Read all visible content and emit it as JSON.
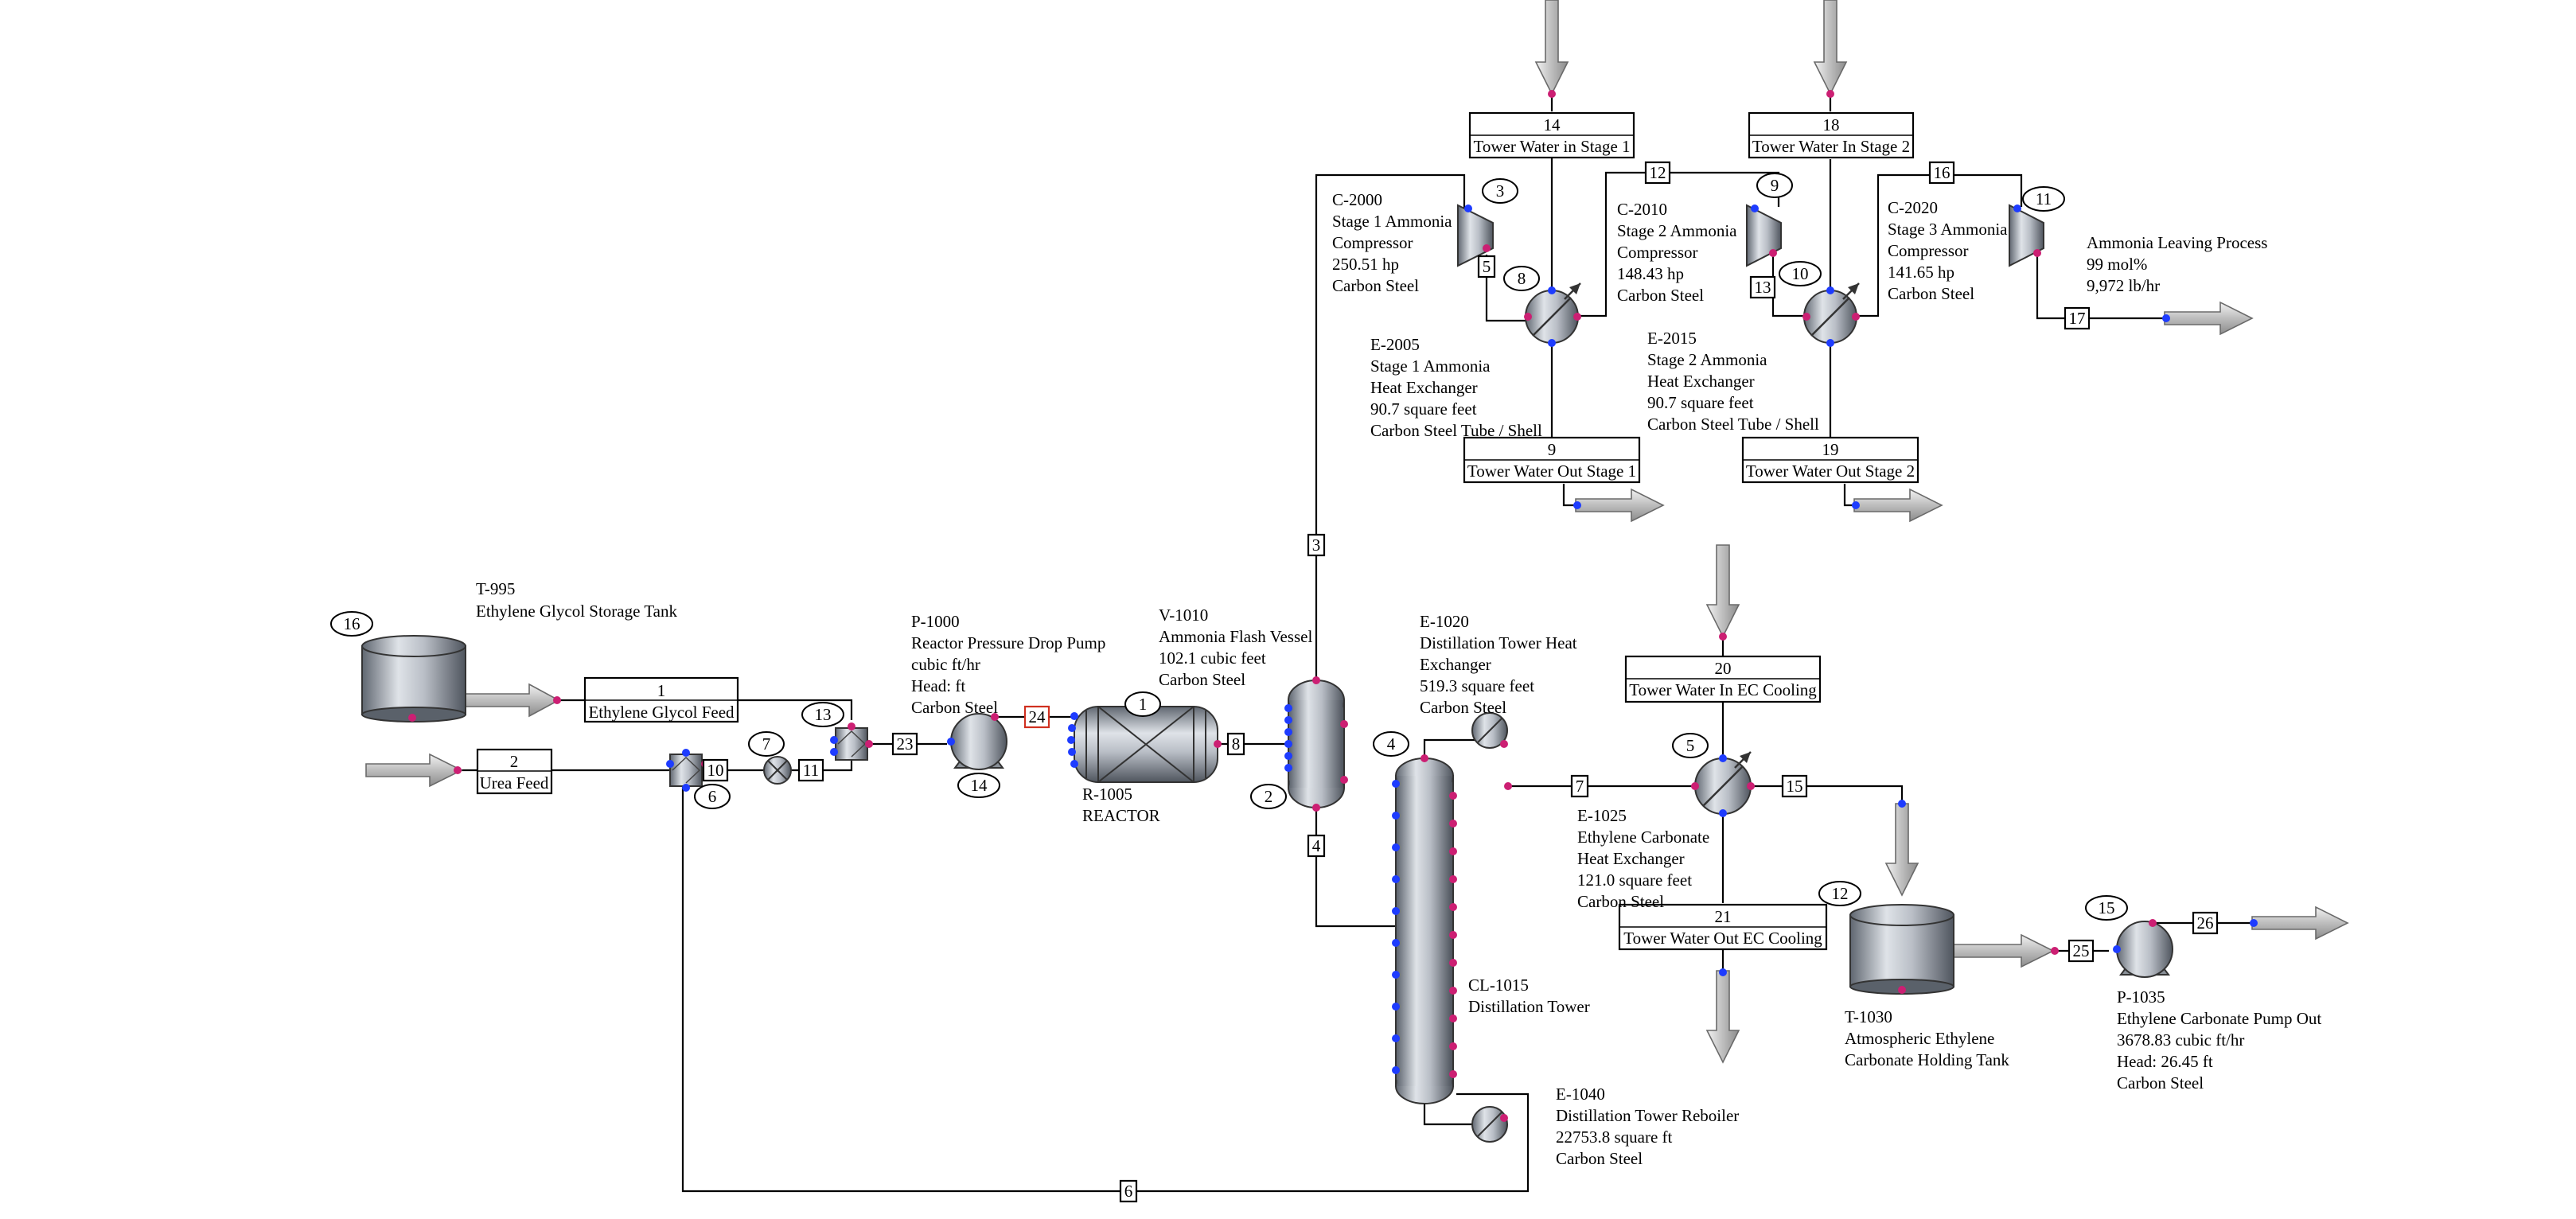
{
  "streams": {
    "s1": {
      "id": "1",
      "name": "Ethylene Glycol Feed"
    },
    "s2": {
      "id": "2",
      "name": "Urea Feed"
    },
    "s3": "3",
    "s4": "4",
    "s5": "5",
    "s5b": "5",
    "s6": "6",
    "s7": "7",
    "s8": "8",
    "s9": {
      "id": "9",
      "name": "Tower Water Out Stage 1"
    },
    "s10": "10",
    "s11": "11",
    "s12": "12",
    "s13": "13",
    "s14": {
      "id": "14",
      "name": "Tower Water in Stage 1"
    },
    "s15": "15",
    "s16": "16",
    "s17": "17",
    "s18": {
      "id": "18",
      "name": "Tower Water In Stage 2"
    },
    "s19": {
      "id": "19",
      "name": "Tower Water Out Stage 2"
    },
    "s20": {
      "id": "20",
      "name": "Tower Water In EC Cooling"
    },
    "s21": {
      "id": "21",
      "name": "Tower Water Out EC Cooling"
    },
    "s23": "23",
    "s24": "24",
    "s25": "25",
    "s26": "26"
  },
  "unit_numbers": {
    "u1": "1",
    "u2": "2",
    "u3": "3",
    "u4": "4",
    "u5": "5",
    "u6": "6",
    "u7": "7",
    "u8": "8",
    "u9": "9",
    "u10": "10",
    "u11": "11",
    "u12": "12",
    "u13": "13",
    "u14": "14",
    "u15": "15",
    "u16": "16"
  },
  "equipment": {
    "t995": [
      "T-995",
      "Ethylene Glycol Storage Tank"
    ],
    "p1000": [
      "P-1000",
      "Reactor Pressure Drop Pump",
      " cubic ft/hr",
      "Head:  ft",
      "Carbon Steel"
    ],
    "r1005": [
      "R-1005",
      "REACTOR"
    ],
    "v1010": [
      "V-1010",
      "Ammonia Flash Vessel",
      "102.1 cubic feet",
      "Carbon Steel"
    ],
    "c2000": [
      "C-2000",
      "Stage 1 Ammonia",
      "Compressor",
      "250.51 hp",
      "Carbon Steel"
    ],
    "c2010": [
      "C-2010",
      "Stage 2 Ammonia",
      "Compressor",
      "148.43 hp",
      "Carbon Steel"
    ],
    "c2020": [
      "C-2020",
      "Stage 3 Ammonia",
      "Compressor",
      "141.65 hp",
      "Carbon Steel"
    ],
    "e2005": [
      "E-2005",
      "Stage 1 Ammonia",
      "Heat Exchanger",
      "90.7 square feet",
      "Carbon Steel Tube / Shell"
    ],
    "e2015": [
      "E-2015",
      "Stage 2 Ammonia",
      "Heat Exchanger",
      "90.7 square feet",
      "Carbon Steel Tube / Shell"
    ],
    "ammonia_out": [
      "Ammonia Leaving Process",
      "99 mol%",
      "9,972 lb/hr"
    ],
    "e1020": [
      "E-1020",
      "Distillation Tower Heat",
      "Exchanger",
      "519.3 square feet",
      "Carbon Steel"
    ],
    "e1025": [
      "E-1025",
      "Ethylene Carbonate",
      "Heat Exchanger",
      "121.0 square feet",
      "Carbon Steel"
    ],
    "cl1015": [
      "CL-1015",
      "Distillation Tower"
    ],
    "e1040": [
      "E-1040",
      "Distillation Tower Reboiler",
      "22753.8 square ft",
      "Carbon Steel"
    ],
    "t1030": [
      "T-1030",
      "Atmospheric Ethylene",
      "Carbonate Holding Tank"
    ],
    "p1035": [
      "P-1035",
      "Ethylene Carbonate Pump Out",
      "3678.83 cubic ft/hr",
      "Head: 26.45 ft",
      "Carbon Steel"
    ]
  }
}
